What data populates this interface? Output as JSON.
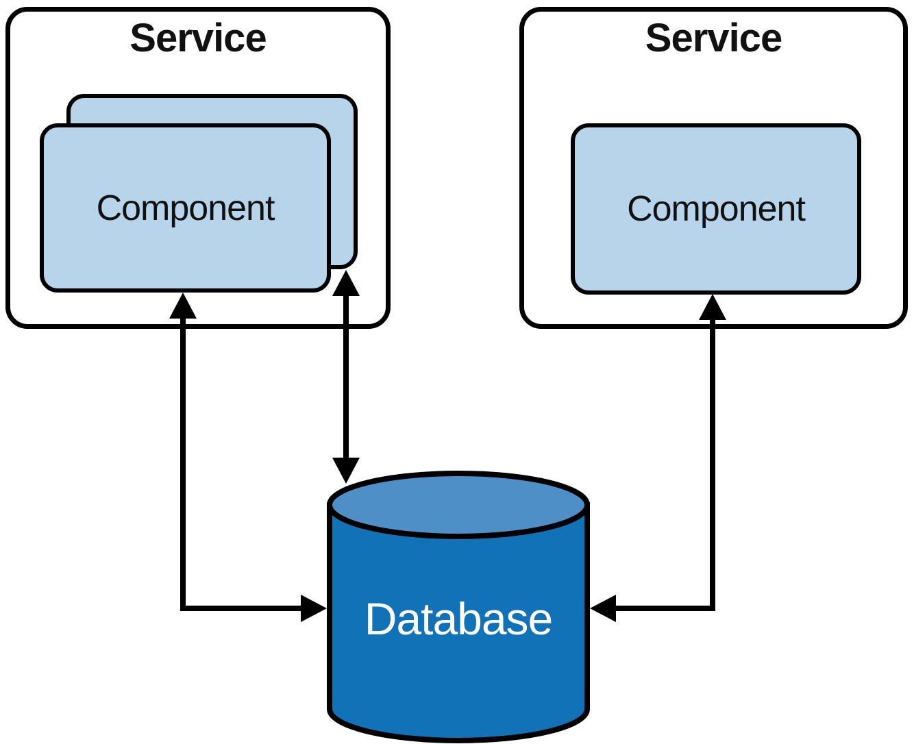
{
  "left_service": {
    "title": "Service",
    "component_label": "Component",
    "component_instances": 2
  },
  "right_service": {
    "title": "Service",
    "component_label": "Component",
    "component_instances": 1
  },
  "database": {
    "label": "Database"
  },
  "connections": [
    {
      "from": "left-service-component-front",
      "to": "database-left-side",
      "direction": "bidirectional",
      "shape": "elbow"
    },
    {
      "from": "left-service-component-back",
      "to": "database-top",
      "direction": "bidirectional",
      "shape": "straight"
    },
    {
      "from": "right-service-component",
      "to": "database-right-side",
      "direction": "bidirectional",
      "shape": "elbow"
    }
  ],
  "colors": {
    "background": "#ffffff",
    "service_fill": "#ffffff",
    "service_border": "#000000",
    "component_fill": "#b8d4ea",
    "component_border": "#000000",
    "db_body": "#1172b8",
    "db_top": "#4e8fc8",
    "db_outline": "#000000",
    "arrow": "#000000",
    "title_text": "#111111",
    "db_text": "#ffffff"
  }
}
